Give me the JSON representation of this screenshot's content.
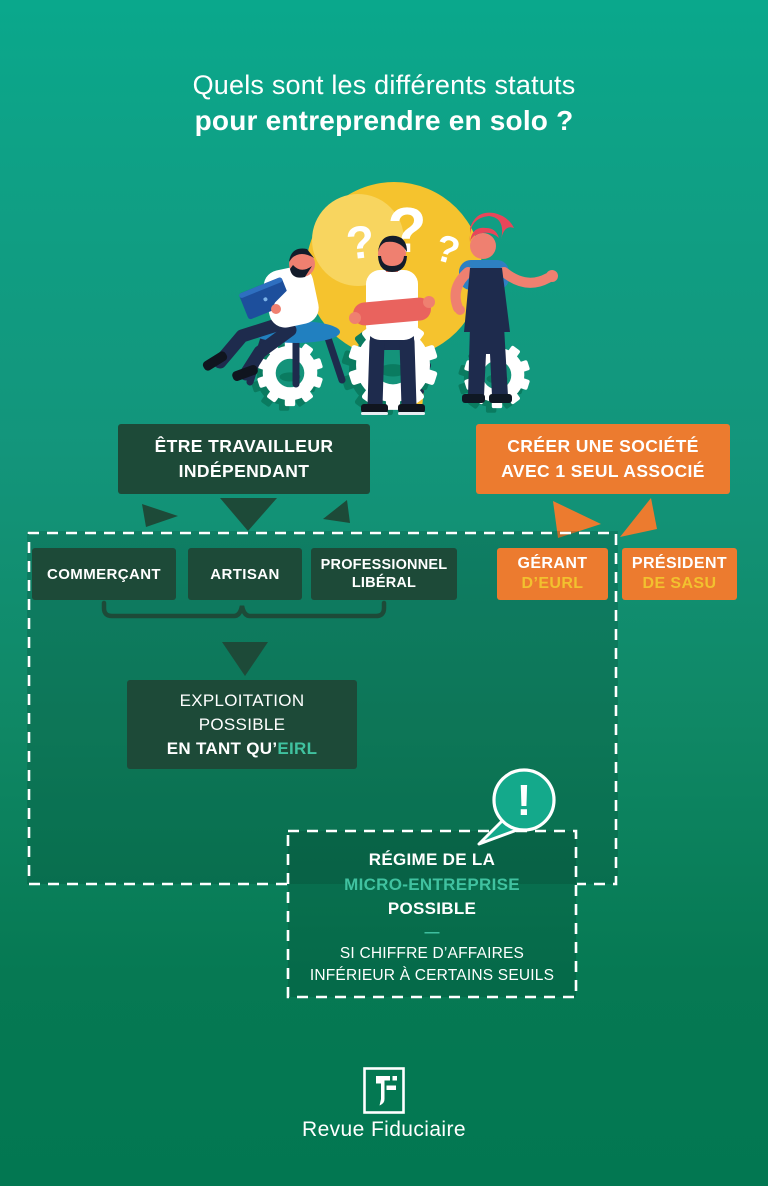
{
  "title": {
    "line1": "Quels sont les différents statuts",
    "line2": "pour entreprendre en solo ?"
  },
  "illustration": {
    "question_marks": [
      "?",
      "?",
      "?"
    ]
  },
  "branch_independant": {
    "root": {
      "line1": "ÊTRE TRAVAILLEUR",
      "line2": "INDÉPENDANT"
    },
    "commercant": {
      "label": "COMMERÇANT"
    },
    "artisan": {
      "label": "ARTISAN"
    },
    "professionnel": {
      "line1": "PROFESSIONNEL",
      "line2": "LIBÉRAL"
    },
    "eirl": {
      "line1": "EXPLOITATION",
      "line2": "POSSIBLE",
      "line3_prefix": "EN TANT QU’",
      "line3_highlight": "EIRL"
    }
  },
  "branch_societe": {
    "root": {
      "line1": "CRÉER UNE SOCIÉTÉ",
      "line2": "AVEC 1 SEUL ASSOCIÉ"
    },
    "gerant": {
      "line1": "GÉRANT",
      "line2": "D’EURL"
    },
    "president": {
      "line1": "PRÉSIDENT",
      "line2": "DE SASU"
    }
  },
  "note": {
    "bubble_mark": "!",
    "line1": "RÉGIME DE LA",
    "line2": "MICRO-ENTREPRISE",
    "line3": "POSSIBLE",
    "divider": "—",
    "line4": "SI CHIFFRE D’AFFAIRES",
    "line5": "INFÉRIEUR À CERTAINS SEUILS"
  },
  "footer": {
    "brand": "Revue Fiduciaire"
  },
  "colors": {
    "background_top": "#0aa88c",
    "background_bottom": "#027751",
    "dark_box": "#1d4a38",
    "orange": "#ec7b2f",
    "gold_text": "#f2c12f",
    "highlight_green": "#40c2a0",
    "bulb_yellow": "#f5c32e",
    "white": "#ffffff"
  }
}
